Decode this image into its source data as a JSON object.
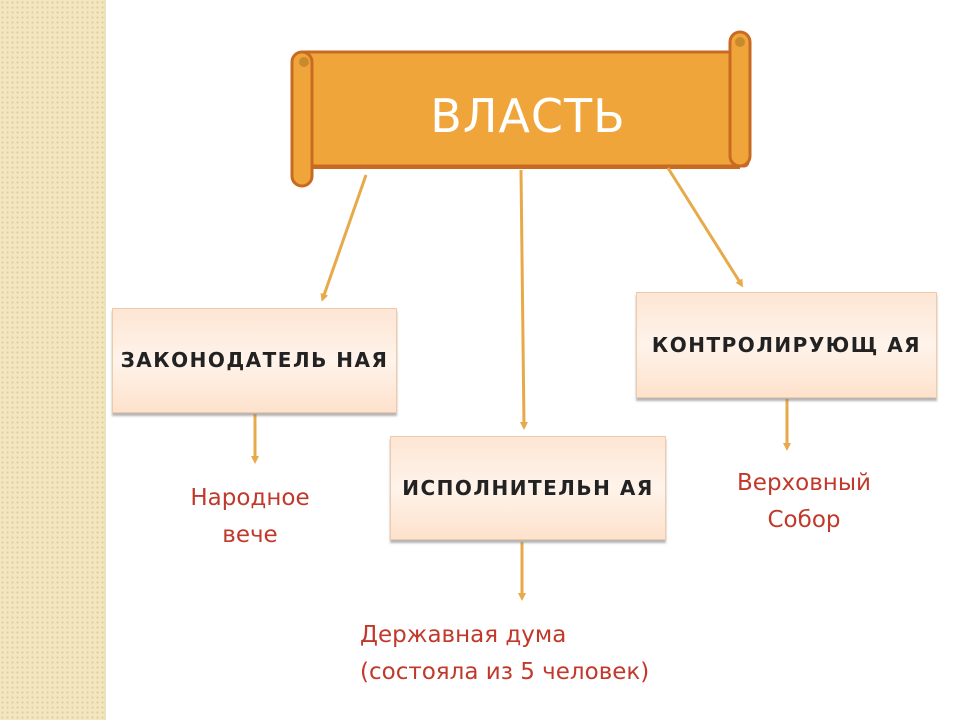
{
  "colors": {
    "scroll_fill": "#f0a53a",
    "scroll_stroke": "#c96a22",
    "arrow": "#e8a94a",
    "box_text": "#222222",
    "note_text": "#c0392b"
  },
  "title": "ВЛАСТЬ",
  "branches": {
    "legislative": {
      "label": "ЗАКОНОДАТЕЛЬ НАЯ",
      "body": "Народное вече"
    },
    "executive": {
      "label": "ИСПОЛНИТЕЛЬН АЯ",
      "body_line1": "Державная дума",
      "body_line2": "(состояла из 5 человек)"
    },
    "supervisory": {
      "label": "КОНТРОЛИРУЮЩ АЯ",
      "body": "Верховный Собор"
    }
  }
}
